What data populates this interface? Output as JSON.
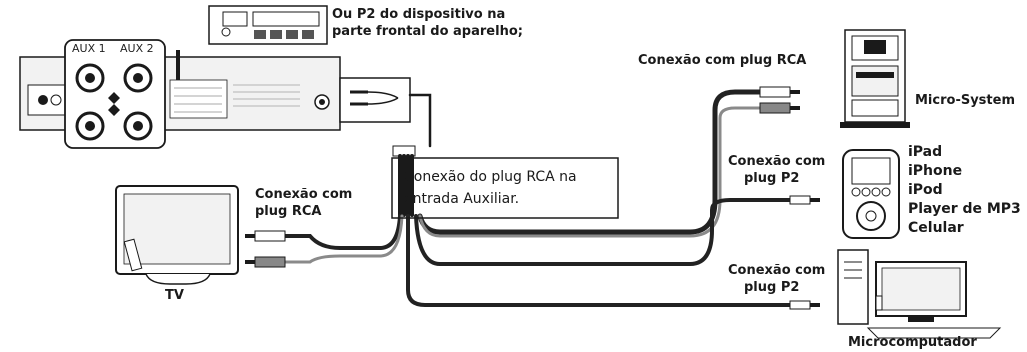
{
  "top_note": [
    "Ou P2 do dispositivo na",
    "parte frontal do aparelho;"
  ],
  "aux_labels": [
    "AUX 1",
    "AUX 2"
  ],
  "callout": [
    "Conexão do plug RCA na",
    "entrada Auxiliar."
  ],
  "rca_top_label": "Conexão com plug RCA",
  "micro_system_label": "Micro-System",
  "tv_connection_label": [
    "Conexão com",
    "plug RCA"
  ],
  "tv_label": "TV",
  "p2_upper_label": [
    "Conexão com",
    "plug P2"
  ],
  "p2_lower_label": [
    "Conexão com",
    "plug P2"
  ],
  "devices_list": [
    "iPad",
    "iPhone",
    "iPod",
    "Player de MP3",
    "Celular"
  ],
  "computer_label": "Microcomputador",
  "colors": {
    "line": "#1a1a1a",
    "panel": "#f2f2f2",
    "cable_dark": "#222222",
    "cable_light": "#8a8a8a"
  }
}
